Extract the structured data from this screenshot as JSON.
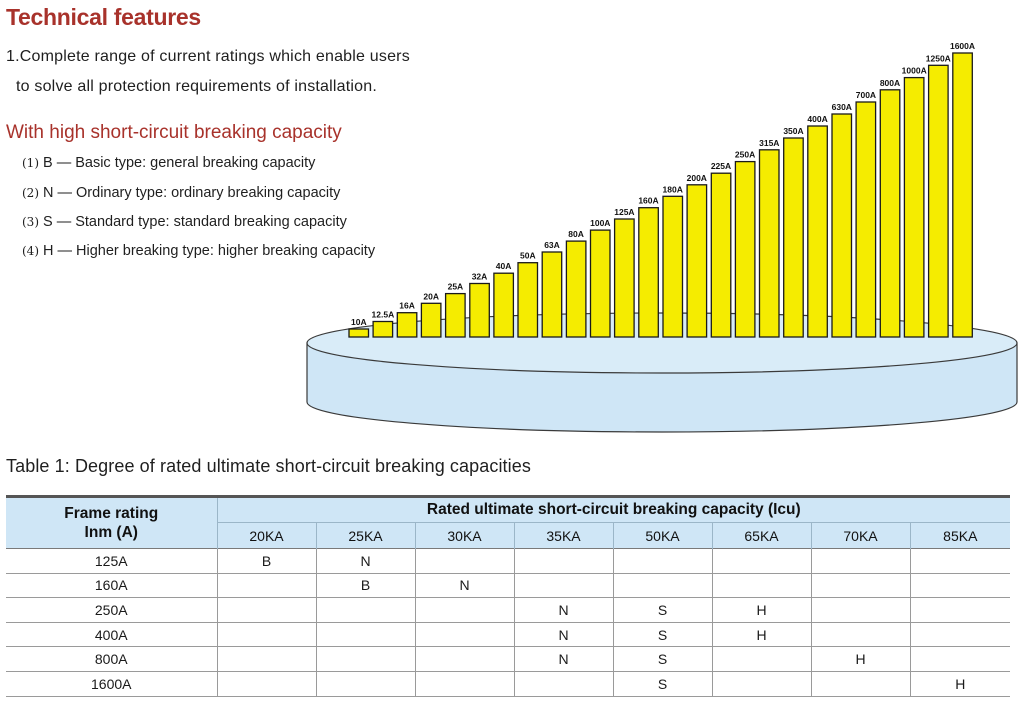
{
  "heading": "Technical features",
  "feature_1": {
    "line1": "1.Complete range of current ratings which enable users",
    "line2": "to solve all protection requirements of installation."
  },
  "subheading": "With high short-circuit breaking capacity",
  "types": [
    {
      "num": "(1)",
      "text": "B — Basic type: general breaking capacity"
    },
    {
      "num": "(2)",
      "text": "N — Ordinary type: ordinary breaking capacity"
    },
    {
      "num": "(3)",
      "text": "S — Standard type: standard breaking capacity"
    },
    {
      "num": "(4)",
      "text": "H — Higher breaking type: higher breaking capacity"
    }
  ],
  "colors": {
    "heading": "#a8322b",
    "bar_fill": "#f5ec00",
    "platform_fill": "#cfe6f6",
    "table_header": "#cfe6f6"
  },
  "chart_data": {
    "type": "bar",
    "categories": [
      "10A",
      "12.5A",
      "16A",
      "20A",
      "25A",
      "32A",
      "40A",
      "50A",
      "63A",
      "80A",
      "100A",
      "125A",
      "160A",
      "180A",
      "200A",
      "225A",
      "250A",
      "315A",
      "350A",
      "400A",
      "630A",
      "700A",
      "800A",
      "1000A",
      "1250A",
      "1600A"
    ],
    "values": [
      10,
      12.5,
      16,
      20,
      25,
      32,
      40,
      50,
      63,
      80,
      100,
      125,
      160,
      180,
      200,
      225,
      250,
      315,
      350,
      400,
      630,
      700,
      800,
      1000,
      1250,
      1600
    ],
    "title": "",
    "xlabel": "",
    "ylabel": "",
    "scale": "ordinal-staircase",
    "grid": false
  },
  "table": {
    "caption": "Table 1: Degree of rated ultimate short-circuit breaking capacities",
    "frame_header_line1": "Frame rating",
    "frame_header_line2": "Inm (A)",
    "group_header": "Rated ultimate short-circuit breaking capacity (Icu)",
    "columns": [
      "20KA",
      "25KA",
      "30KA",
      "35KA",
      "50KA",
      "65KA",
      "70KA",
      "85KA"
    ],
    "rows": [
      {
        "frame": "125A",
        "cells": [
          "B",
          "N",
          "",
          "",
          "",
          "",
          "",
          ""
        ]
      },
      {
        "frame": "160A",
        "cells": [
          "",
          "B",
          "N",
          "",
          "",
          "",
          "",
          ""
        ]
      },
      {
        "frame": "250A",
        "cells": [
          "",
          "",
          "",
          "N",
          "S",
          "H",
          "",
          ""
        ]
      },
      {
        "frame": "400A",
        "cells": [
          "",
          "",
          "",
          "N",
          "S",
          "H",
          "",
          ""
        ]
      },
      {
        "frame": "800A",
        "cells": [
          "",
          "",
          "",
          "N",
          "S",
          "",
          "H",
          ""
        ]
      },
      {
        "frame": "1600A",
        "cells": [
          "",
          "",
          "",
          "",
          "S",
          "",
          "",
          "H"
        ]
      }
    ]
  }
}
